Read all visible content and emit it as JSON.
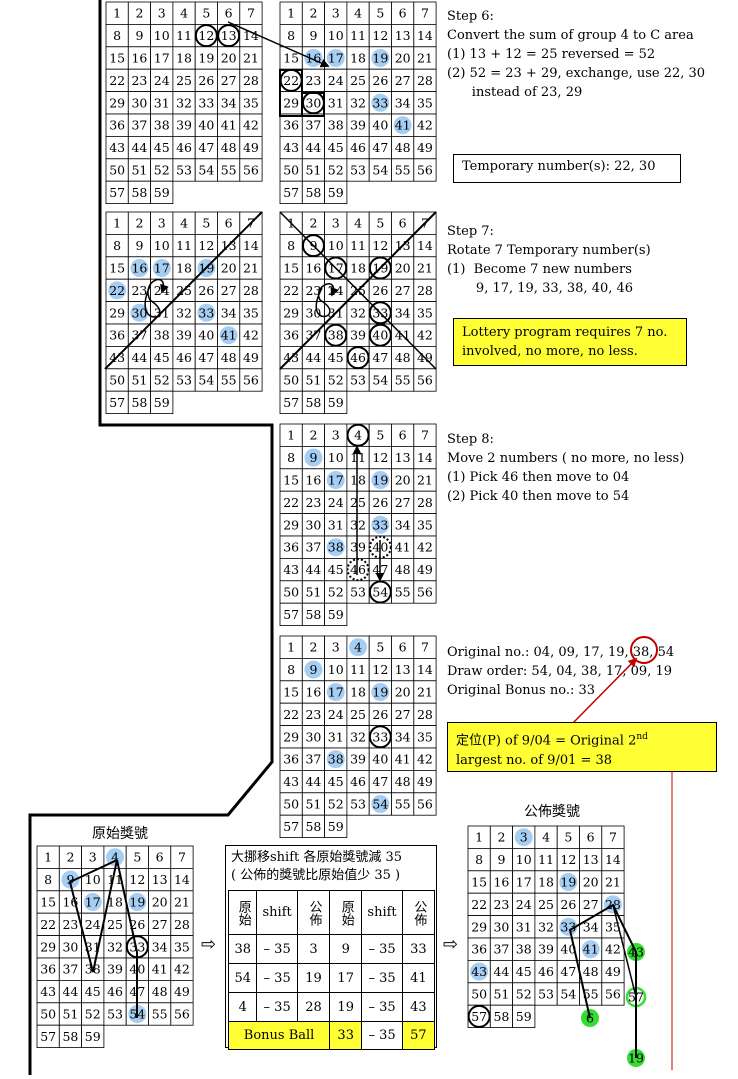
{
  "colors": {
    "highlight_blue": "#a6cdf2",
    "highlight_green": "#33dd33",
    "note_yellow": "#ffff33",
    "accent_red": "#c00000"
  },
  "grid_cells": [
    "1",
    "2",
    "3",
    "4",
    "5",
    "6",
    "7",
    "8",
    "9",
    "10",
    "11",
    "12",
    "13",
    "14",
    "15",
    "16",
    "17",
    "18",
    "19",
    "20",
    "21",
    "22",
    "23",
    "24",
    "25",
    "26",
    "27",
    "28",
    "29",
    "30",
    "31",
    "32",
    "33",
    "34",
    "35",
    "36",
    "37",
    "38",
    "39",
    "40",
    "41",
    "42",
    "43",
    "44",
    "45",
    "46",
    "47",
    "48",
    "49",
    "50",
    "51",
    "52",
    "53",
    "54",
    "55",
    "56",
    "57",
    "58",
    "59"
  ],
  "grids": [
    {
      "id": "g1",
      "highlight": [],
      "circles": [
        "12",
        "13"
      ],
      "dotted": []
    },
    {
      "id": "g2",
      "highlight": [
        "16",
        "17",
        "19",
        "33",
        "41"
      ],
      "circles": [
        "22",
        "30"
      ],
      "dotted": []
    },
    {
      "id": "g3",
      "highlight": [
        "16",
        "17",
        "19",
        "22",
        "30",
        "33",
        "41"
      ],
      "circles": [],
      "dotted": []
    },
    {
      "id": "g4",
      "highlight": [],
      "circles": [
        "9",
        "17",
        "19",
        "33",
        "38",
        "40",
        "46"
      ],
      "dotted": []
    },
    {
      "id": "g5",
      "highlight": [
        "9",
        "17",
        "19",
        "33",
        "38"
      ],
      "circles": [
        "4",
        "54"
      ],
      "dotted": [
        "40",
        "46"
      ]
    },
    {
      "id": "g6",
      "highlight": [
        "4",
        "9",
        "17",
        "19",
        "38",
        "54"
      ],
      "circles": [
        "33"
      ],
      "dotted": []
    },
    {
      "id": "g7",
      "highlight": [
        "4",
        "9",
        "17",
        "19",
        "54"
      ],
      "circles": [
        "33"
      ],
      "dotted": []
    },
    {
      "id": "g8",
      "highlight": [
        "3",
        "19",
        "28",
        "33",
        "41",
        "43"
      ],
      "circles": [
        "57"
      ],
      "dotted": []
    }
  ],
  "extra_cells": [
    {
      "label": "43",
      "style": "green"
    },
    {
      "label": "6",
      "style": "green"
    },
    {
      "label": "57",
      "style": "green-ring"
    },
    {
      "label": "19",
      "style": "green"
    }
  ],
  "step6": {
    "title": "Step 6:",
    "lines": [
      "Convert the sum of group 4 to C area",
      "(1) 13 + 12 = 25 reversed = 52",
      "(2) 52 = 23 + 29, exchange, use 22, 30",
      "      instead of 23, 29"
    ],
    "temp_box": "Temporary number(s):  22, 30"
  },
  "step7": {
    "title": "Step 7:",
    "lines": [
      "Rotate 7 Temporary number(s)",
      "(1)  Become 7 new numbers",
      "       9, 17, 19, 33, 38, 40, 46"
    ],
    "note_box": [
      "Lottery program requires 7 no.",
      "involved, no more, no less."
    ]
  },
  "step8": {
    "title": "Step 8:",
    "lines": [
      "Move 2 numbers ( no more, no less)",
      "(1)  Pick 46 then move to 04",
      "(2)  Pick 40 then move to 54"
    ]
  },
  "summary": {
    "lines": [
      "Original no.:  04, 09, 17, 19, 38, 54",
      "Draw order:  54, 04, 38, 17, 09, 19",
      "Original  Bonus no.:  33"
    ],
    "position_box_line1": "定位(P) of 9/04 = Original  2",
    "position_box_sup": "nd",
    "position_box_line2": "largest no. of 9/01 = 38"
  },
  "labels": {
    "original_draw": "原始獎號",
    "published_draw": "公佈獎號",
    "arrow": "⇨"
  },
  "shift_table": {
    "caption1": "大挪移shift 各原始獎號減 35",
    "caption2": "( 公佈的獎號比原始值少 35 )",
    "header": [
      "原始",
      "shift",
      "公佈",
      "原始",
      "shift",
      "公佈"
    ],
    "rows": [
      [
        "38",
        "– 35",
        "3",
        "9",
        "– 35",
        "33"
      ],
      [
        "54",
        "– 35",
        "19",
        "17",
        "– 35",
        "41"
      ],
      [
        "4",
        "– 35",
        "28",
        "19",
        "– 35",
        "43"
      ]
    ],
    "bonus_row": [
      "Bonus Ball",
      "33",
      "– 35",
      "57"
    ]
  }
}
